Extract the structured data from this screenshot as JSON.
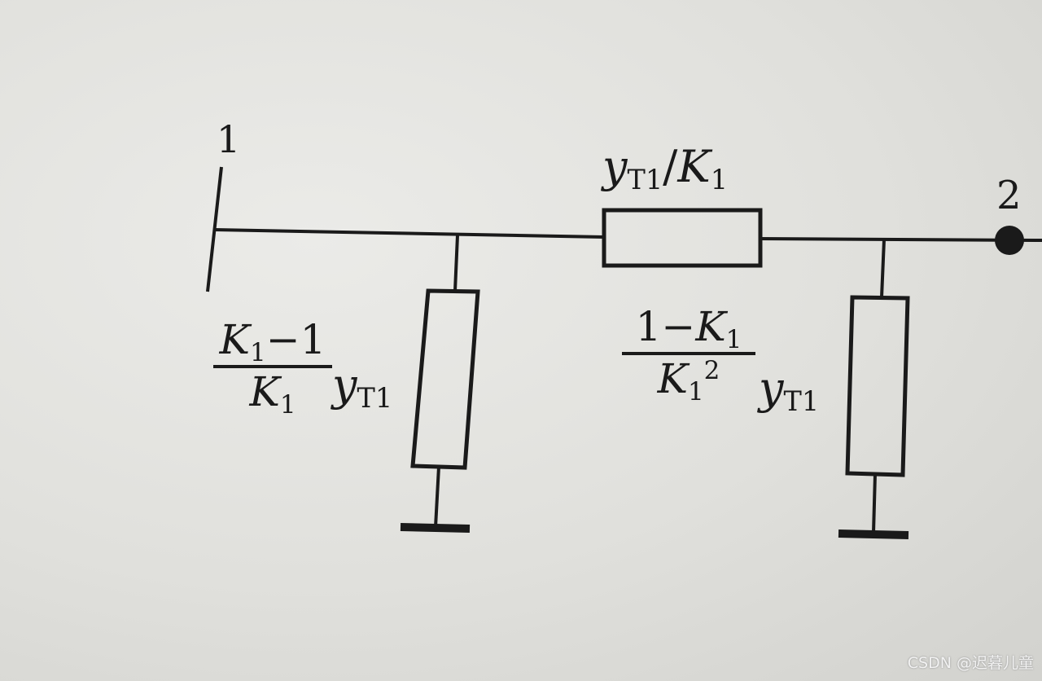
{
  "diagram": {
    "nodes": [
      {
        "id": "node-1",
        "label": "1"
      },
      {
        "id": "node-2",
        "label": "2"
      }
    ],
    "series_admittance": {
      "var": "y",
      "var_sub": "T1",
      "separator": "/",
      "divisor": "K",
      "divisor_sub": "1"
    },
    "shunt_left": {
      "numerator_var": "K",
      "numerator_sub": "1",
      "numerator_rest": "−1",
      "denominator_var": "K",
      "denominator_sub": "1",
      "factor_var": "y",
      "factor_sub": "T1"
    },
    "shunt_right": {
      "numerator_lead": "1−",
      "numerator_var": "K",
      "numerator_sub": "1",
      "denominator_var": "K",
      "denominator_sub": "1",
      "denominator_sup": "2",
      "factor_var": "y",
      "factor_sub": "T1"
    }
  },
  "watermark": "CSDN @迟暮儿童",
  "colors": {
    "ink": "#1a1a1a",
    "paper": "#e2e2de"
  }
}
